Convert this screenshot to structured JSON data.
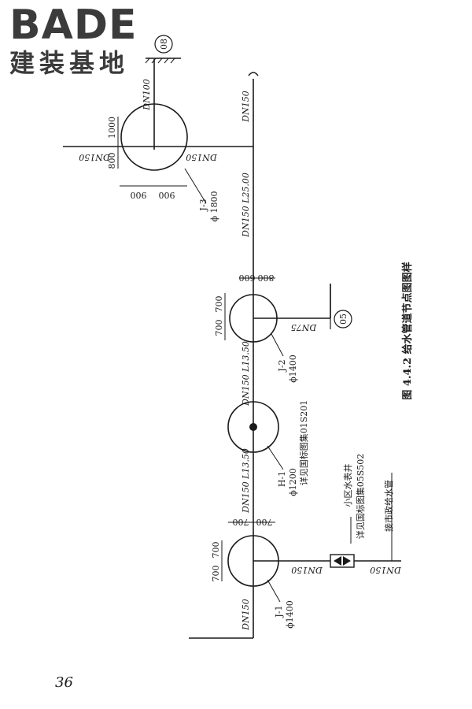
{
  "logo": {
    "brand": "BADE",
    "subtitle": "建装基地"
  },
  "page_number": "36",
  "figure_caption": "图 4.4.2   给水管道节点图图样",
  "markers": {
    "m08": "08",
    "m05": "05"
  },
  "pipes": {
    "dn100": "DN100",
    "dn150_main": "DN150",
    "dn150_left": "DN150",
    "dn150_right": "DN150",
    "seg_l25": "DN150 L25.00",
    "dn75": "DN75",
    "seg_l1350_a": "DN150 L13.50",
    "seg_l1350_b": "DN150 L13.50",
    "dn150_bottom": "DN150",
    "dn150_meter_left": "DN150",
    "dn150_meter_right": "DN150"
  },
  "dims": {
    "j3_top": "1000",
    "j3_bottom": "800",
    "j3_left": "900",
    "j3_right": "900",
    "j2_top_a": "600",
    "j2_top_b": "800",
    "j2_side_a": "700",
    "j2_side_b": "700",
    "j1_top_a": "700",
    "j1_top_b": "700",
    "j1_side_a": "700",
    "j1_side_b": "700"
  },
  "wells": {
    "j3_name": "J-3",
    "j3_size": "ϕ 1800",
    "j2_name": "J-2",
    "j2_size": "ϕ1400",
    "h1_name": "H-1",
    "h1_size": "ϕ1200",
    "h1_ref": "详见国标图集01S201",
    "j1_name": "J-1",
    "j1_size": "ϕ1400"
  },
  "annotations": {
    "meter_well": "小区水表井",
    "meter_ref": "详见国标图集05S502",
    "municipal": "接市政给水管"
  }
}
